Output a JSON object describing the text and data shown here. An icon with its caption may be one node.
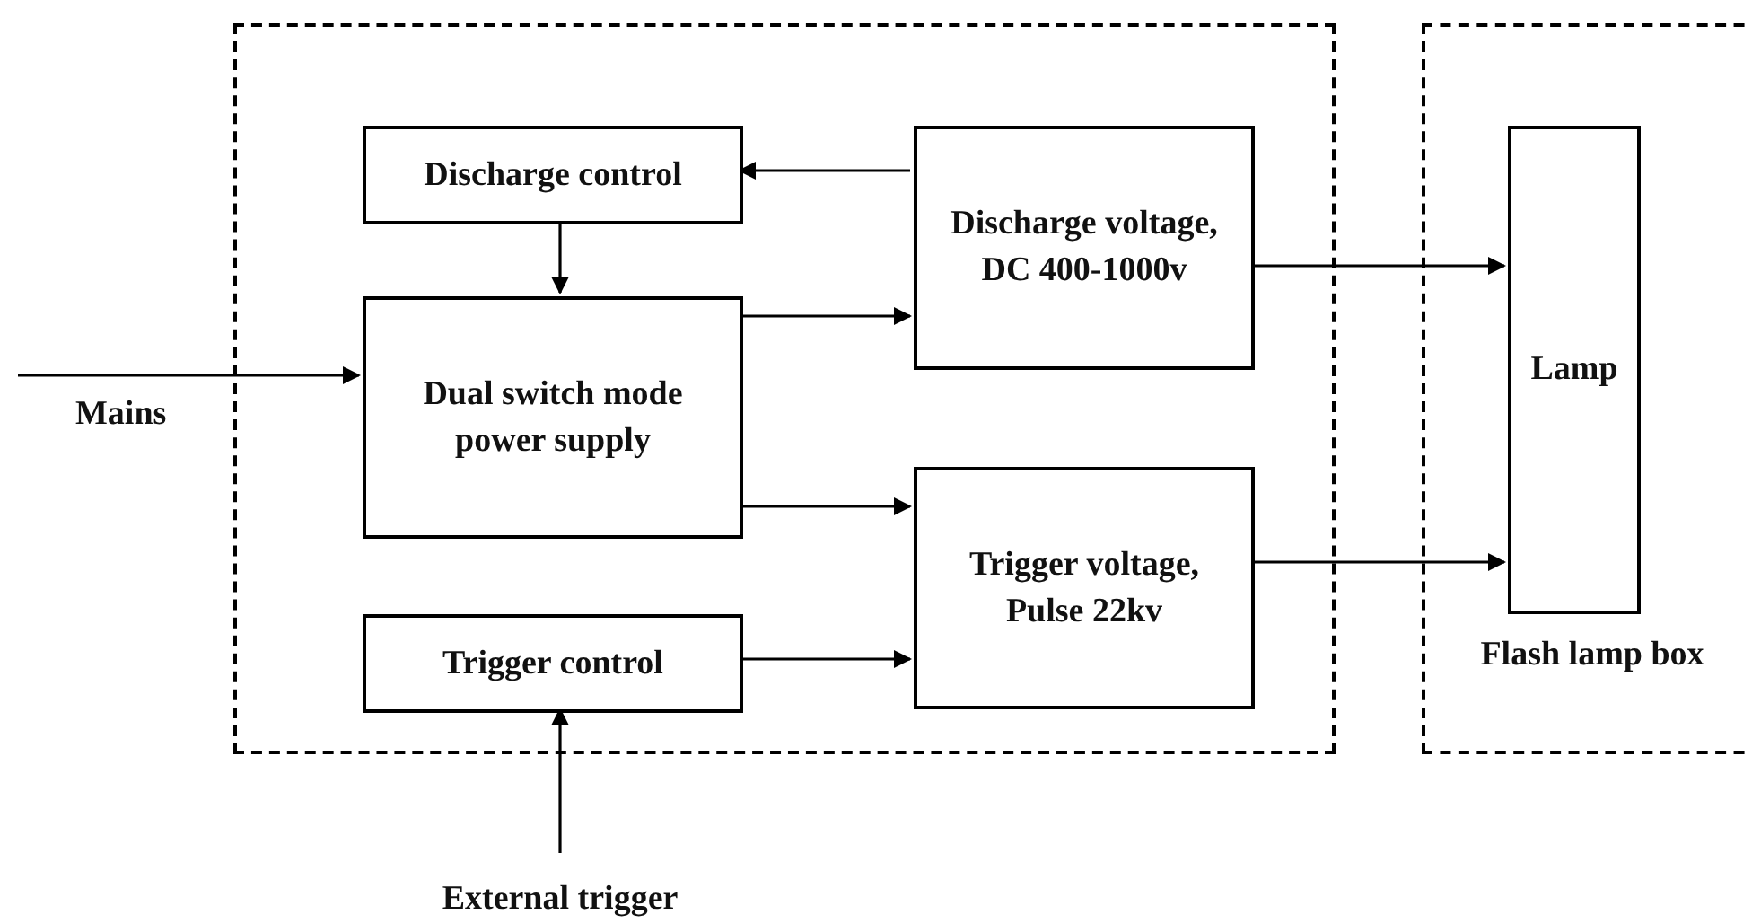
{
  "diagram": {
    "nodes": [
      {
        "text": [],
        "shape": "box"
      },
      {
        "text": [
          "Discharge control"
        ],
        "in": 0
      },
      {
        "text": [
          "Discharge voltage, DC 400-1000v"
        ],
        "in": 0
      },
      {
        "text": [
          "Dual switch mode power supply"
        ],
        "in": 0
      },
      {
        "text": [
          "Trigger voltage, Pulse 22kv"
        ],
        "in": 0
      },
      {
        "text": [
          "Trigger control"
        ],
        "in": 0
      },
      {
        "text": [
          "Flash lamp box"
        ]
      },
      {
        "text": [
          "Lamp"
        ],
        "in": 6
      }
    ],
    "edges": [
      {
        "from": 2,
        "to": 1,
        "arrow": "to"
      },
      {
        "from": 1,
        "to": 3,
        "arrow": "to"
      },
      {
        "from": 3,
        "to": 2,
        "arrow": "to"
      },
      {
        "from": 3,
        "to": 4,
        "arrow": "to"
      },
      {
        "from": 5,
        "to": 4,
        "arrow": "to"
      },
      {
        "from": 2,
        "to": 7,
        "arrow": "to"
      },
      {
        "from": 4,
        "to": 7,
        "arrow": "to"
      },
      {
        "from": null,
        "to": 3,
        "arrow": "to",
        "label": "Mains"
      },
      {
        "from": null,
        "to": 5,
        "arrow": "to",
        "label": "External trigger"
      }
    ]
  }
}
